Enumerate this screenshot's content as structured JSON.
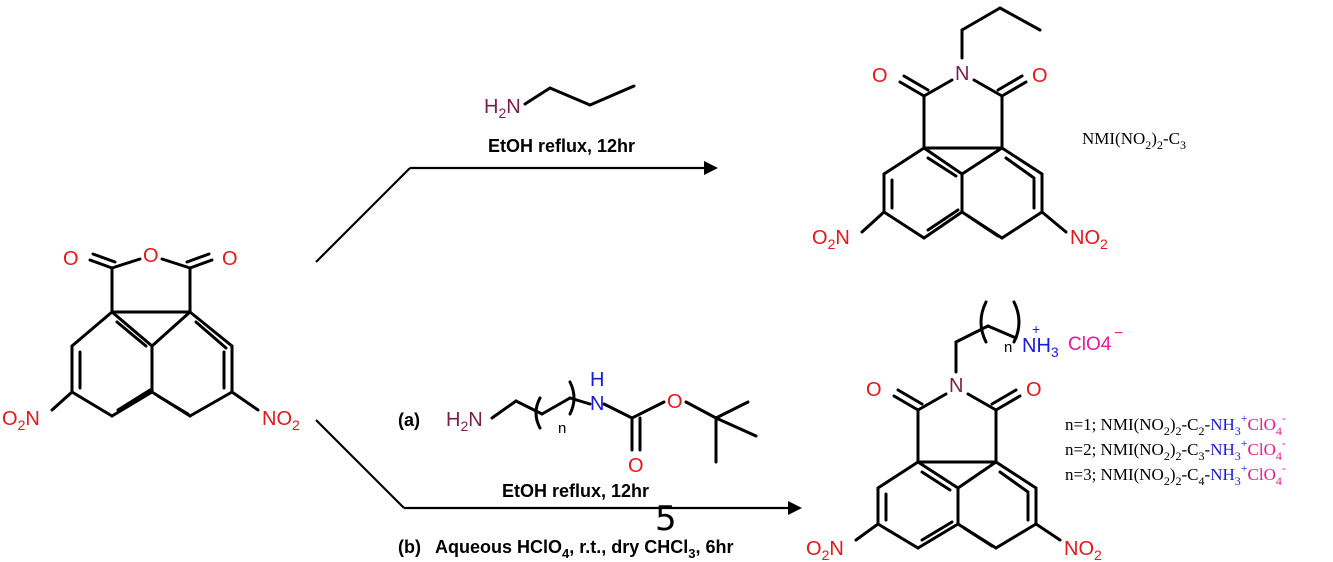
{
  "atoms": {
    "O": "O",
    "N": "N",
    "H": "H",
    "NH": "NH",
    "H2N_base": "H",
    "H2N_sub": "2",
    "H2N_N": "N",
    "O2N_base": "O",
    "O2N_sub": "2",
    "O2N_N": "N",
    "NO2_N": "NO",
    "NO2_sub": "2",
    "n": "n",
    "plus": "+",
    "minus": "−",
    "NH3_base": "NH",
    "NH3_sub": "3",
    "ClO4": "ClO4"
  },
  "reaction_top": {
    "condition": "EtOH reflux, 12hr",
    "product_label": {
      "prefix": "NMI(NO",
      "sub1": "2",
      "mid": ")",
      "sub2": "2",
      "suffix": "-C",
      "sub3": "3"
    }
  },
  "reaction_bottom": {
    "step_a_label": "(a)",
    "step_a_condition": "EtOH reflux, 12hr",
    "step_b_label": "(b)",
    "step_b_condition_pre": "Aqueous HClO",
    "step_b_sub1": "4",
    "step_b_condition_mid": ", r.t., dry CHCl",
    "step_b_sub2": "3",
    "step_b_condition_post": ", 6hr",
    "overlay_digit": "5",
    "series_labels": [
      {
        "n_text": "n=1; NMI(NO",
        "c_sub": "2"
      },
      {
        "n_text": "n=2; NMI(NO",
        "c_sub": "3"
      },
      {
        "n_text": "n=3; NMI(NO",
        "c_sub": "4"
      }
    ],
    "series_common": {
      "sub": "2",
      "close": ")",
      "dash_c": "-C",
      "dash": "-",
      "nh": "NH",
      "nh_sub": "3",
      "plus": "+",
      "clo": "ClO",
      "clo_sub": "4",
      "minus": "-"
    }
  },
  "colors": {
    "oxygen": "#e3171b",
    "nitrogen_amine": "#7a1e4b",
    "ammonium": "#1a1adb",
    "perchlorate": "#e8179a"
  }
}
